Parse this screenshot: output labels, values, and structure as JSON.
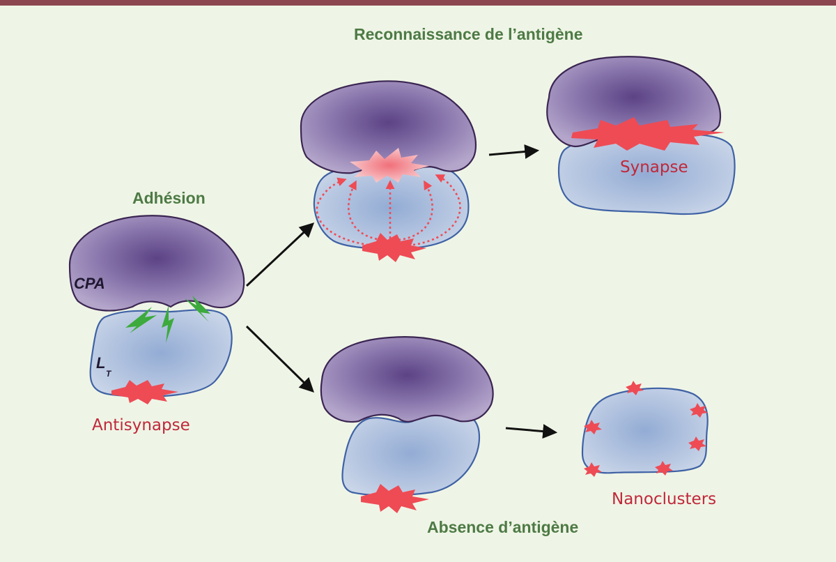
{
  "labels": {
    "recognition": "Reconnaissance de l’antigène",
    "adhesion": "Adhésion",
    "absence": "Absence d’antigène",
    "cpa": "CPA",
    "lt_main": "L",
    "lt_sub": "T",
    "antisynapse": "Antisynapse",
    "synapse": "Synapse",
    "nanoclusters": "Nanoclusters"
  },
  "colors": {
    "background": "#eff5e6",
    "top_bar": "#8b4650",
    "heading_green": "#4d7a45",
    "label_red": "#c0283a",
    "apc_center": "#5c4385",
    "apc_edge": "#b4a6cb",
    "tcell_center": "#93acd4",
    "tcell_edge": "#c9d5e8",
    "cluster": "#ee4b55",
    "adhesion_signal": "#3caa3c"
  }
}
